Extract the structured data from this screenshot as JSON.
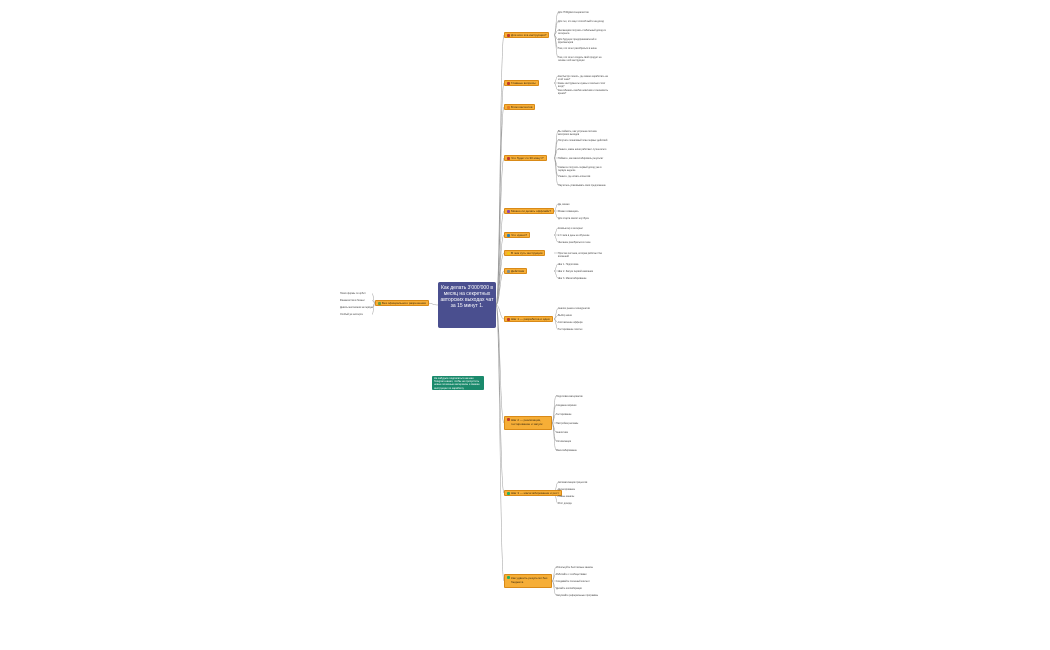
{
  "root": {
    "title": "Как делать 3'000'000 в месяц на секретных авторских выходах чат за 15 минут 1."
  },
  "note": {
    "text": "Не забудьте подписаться на наш Telegram-канал, чтобы не пропустить новые полезные материалы и свежие инструкции по заработку"
  },
  "left_branch": {
    "topic": "Без официального разрешения",
    "items": [
      "Поиск формы по орбит",
      "Финансистов в бизнес",
      "Девять миллионов за первую",
      "Особый ум эксперта"
    ]
  },
  "topics": [
    {
      "label": "Для кого эта инструкция?",
      "icon": "person-icon",
      "items": [
        "Для IT/Digital-специалистов",
        "Для тех, кто ищет способ выйти на доход",
        "Желающим получать стабильный доход из интернета",
        "Для будущих предпринимателей и фрилансеров",
        "Тем, кто хочет разобраться в нише",
        "Тем, кто хочет создать свой продукт на основе этой инструкции"
      ]
    },
    {
      "label": "Главные вопросы",
      "icon": "question-icon",
      "items": [
        "Как быстро понять, где можно заработать на этой теме?",
        "Какие инструменты нужны и сколько стоит вход?",
        "Как избежать ошибок новичков и сэкономить время?"
      ]
    },
    {
      "label": "Блок контентов",
      "icon": "star-icon",
      "items": []
    },
    {
      "label": "Что будет со 30 минут?",
      "icon": "clock-icon",
      "items": [
        "Вы поймёте, как устроена система авторских выходов",
        "Получите пошаговый план первых действий",
        "Узнаете, какие ниши работают лучше всего",
        "Поймёте, как масштабировать результат",
        "Сможете получить первый доход уже в первую неделю",
        "Узнаете, где искать клиентов",
        "Научитесь упаковывать своё предложение"
      ]
    },
    {
      "label": "Можно ли делать оффлайн?",
      "icon": "house-icon",
      "items": [
        "Да, можно",
        "Можно совмещать",
        "Для старта хватит ноутбука"
      ]
    },
    {
      "label": "Что нужно?",
      "icon": "bag-icon",
      "items": [
        "Компьютер и интернет",
        "2-3 часа в день на обучение",
        "Желание разобраться в теме"
      ]
    },
    {
      "label": "В чем суть инструкции",
      "icon": "bulb-icon",
      "items": [
        "Простая система, которая работает без вложений"
      ]
    },
    {
      "label": "Действия",
      "icon": "gear-icon",
      "items": [
        "Шаг 1. Подготовка",
        "Шаг 2. Запуск первой кампании",
        "Шаг 3. Масштабирование"
      ]
    },
    {
      "label": "Шаг 1 — разработка и идея",
      "icon": "pin-icon",
      "items": [
        "Анализ рынка и конкурентов",
        "Выбор ниши",
        "Составление оффера",
        "Тестирование гипотез"
      ]
    },
    {
      "label": "Шаг 2 — реализация, тестирование и запуск",
      "icon": "pin-icon",
      "items": [
        "Подготовка материалов",
        "Создание воронки",
        "Тестирование",
        "Настройка рекламы",
        "Аналитика",
        "Оптимизация",
        "Масштабирование"
      ]
    },
    {
      "label": "Шаг 3 — масштабирование и рост",
      "icon": "check-icon",
      "items": [
        "Автоматизация процессов",
        "Делегирование",
        "Новые каналы",
        "Рост дохода"
      ]
    },
    {
      "label": "Как удвоить результат без бюджета",
      "icon": "chart-icon",
      "items": [
        "Используйте бесплатные каналы",
        "Работайте с сообществами",
        "Создавайте полезный контент",
        "Делайте коллаборации",
        "Запускайте реферальные программы"
      ]
    }
  ]
}
